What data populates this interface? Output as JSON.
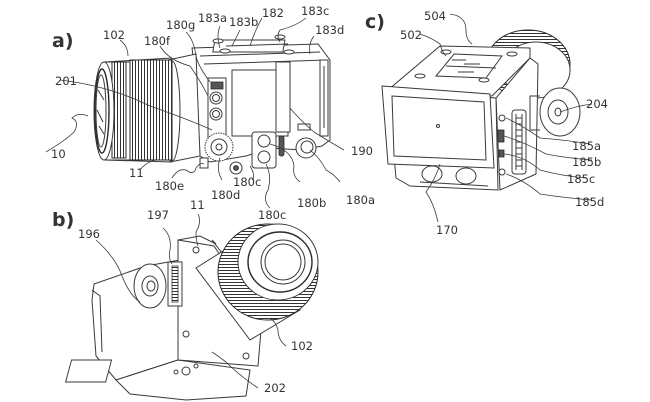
{
  "figure": {
    "panels": [
      {
        "id": "a",
        "label": "a)",
        "callouts": [
          "102",
          "180f",
          "180g",
          "183a",
          "183b",
          "182",
          "183c",
          "183d",
          "201",
          "10",
          "11",
          "180e",
          "180d",
          "180c",
          "180c",
          "180b",
          "180a",
          "190"
        ]
      },
      {
        "id": "b",
        "label": "b)",
        "callouts": [
          "197",
          "11",
          "196",
          "102",
          "202"
        ]
      },
      {
        "id": "c",
        "label": "c)",
        "callouts": [
          "504",
          "502",
          "204",
          "185a",
          "185b",
          "185c",
          "185d",
          "170"
        ]
      }
    ]
  }
}
